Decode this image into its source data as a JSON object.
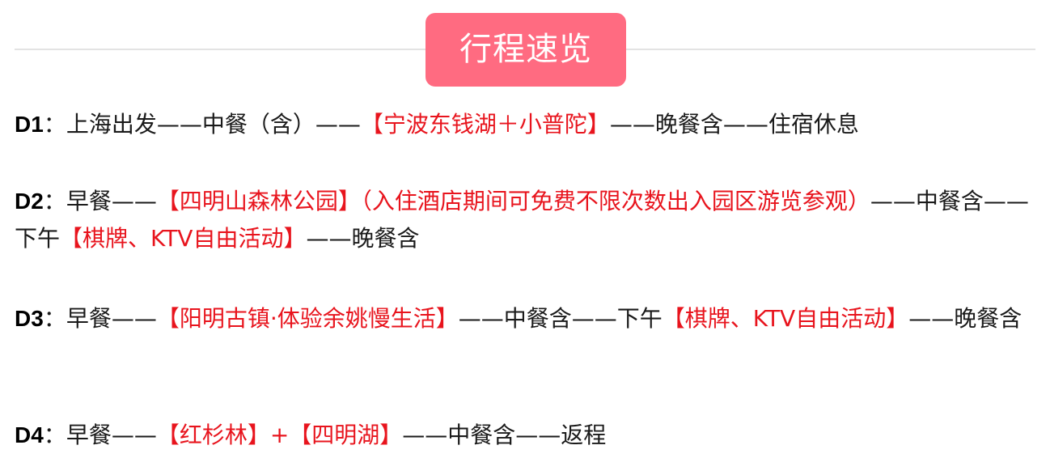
{
  "title": "行程速览",
  "colors": {
    "badge": "#ff6b81",
    "highlight": "#e8141d",
    "text": "#1a1a1a"
  },
  "days": [
    {
      "label": "D1",
      "colon": "：",
      "segments": [
        "上海出发——中餐（含）——",
        "【宁波东钱湖＋小普陀】",
        "——晚餐含——住宿休息"
      ]
    },
    {
      "label": "D2",
      "colon": "：",
      "segments": [
        "早餐——",
        "【四明山森林公园】（入住酒店期间可免费不限次数出入园区游览参观）",
        "——中餐含——下午",
        "【棋牌、KTV自由活动】",
        "——晚餐含"
      ]
    },
    {
      "label": "D3",
      "colon": "：",
      "segments": [
        "早餐——",
        "【阳明古镇·体验余姚慢生活】",
        "——中餐含——下午",
        "【棋牌、KTV自由活动】",
        "——晚餐含"
      ]
    },
    {
      "label": "D4",
      "colon": "：",
      "segments": [
        "早餐——",
        "【红杉林】+【四明湖】",
        "——中餐含——返程"
      ]
    }
  ]
}
